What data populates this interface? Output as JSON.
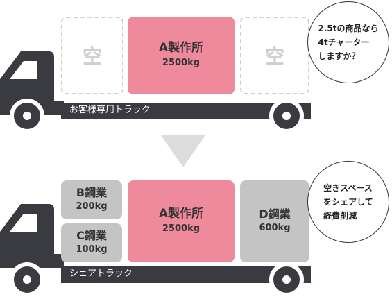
{
  "top_truck": {
    "left_slot": "空",
    "right_slot": "空",
    "cargo": {
      "name": "A製作所",
      "weight": "2500kg"
    },
    "bed_label": "お客様専用トラック",
    "bubble": [
      "2.5tの商品なら",
      "4tチャーター",
      "しますか？"
    ]
  },
  "bottom_truck": {
    "cargo_b": {
      "name": "B鋼業",
      "weight": "200kg"
    },
    "cargo_c": {
      "name": "C鋼業",
      "weight": "100kg"
    },
    "cargo_a": {
      "name": "A製作所",
      "weight": "2500kg"
    },
    "cargo_d": {
      "name": "D鋼業",
      "weight": "600kg"
    },
    "bed_label": "シェアトラック",
    "bubble": [
      "空きスペース",
      "をシェアして",
      "経費削減"
    ]
  },
  "colors": {
    "truck": "#3a3b40",
    "pink": "#ee8a9c",
    "gray": "#c4c4c4",
    "arrow": "#dcdcdc"
  }
}
